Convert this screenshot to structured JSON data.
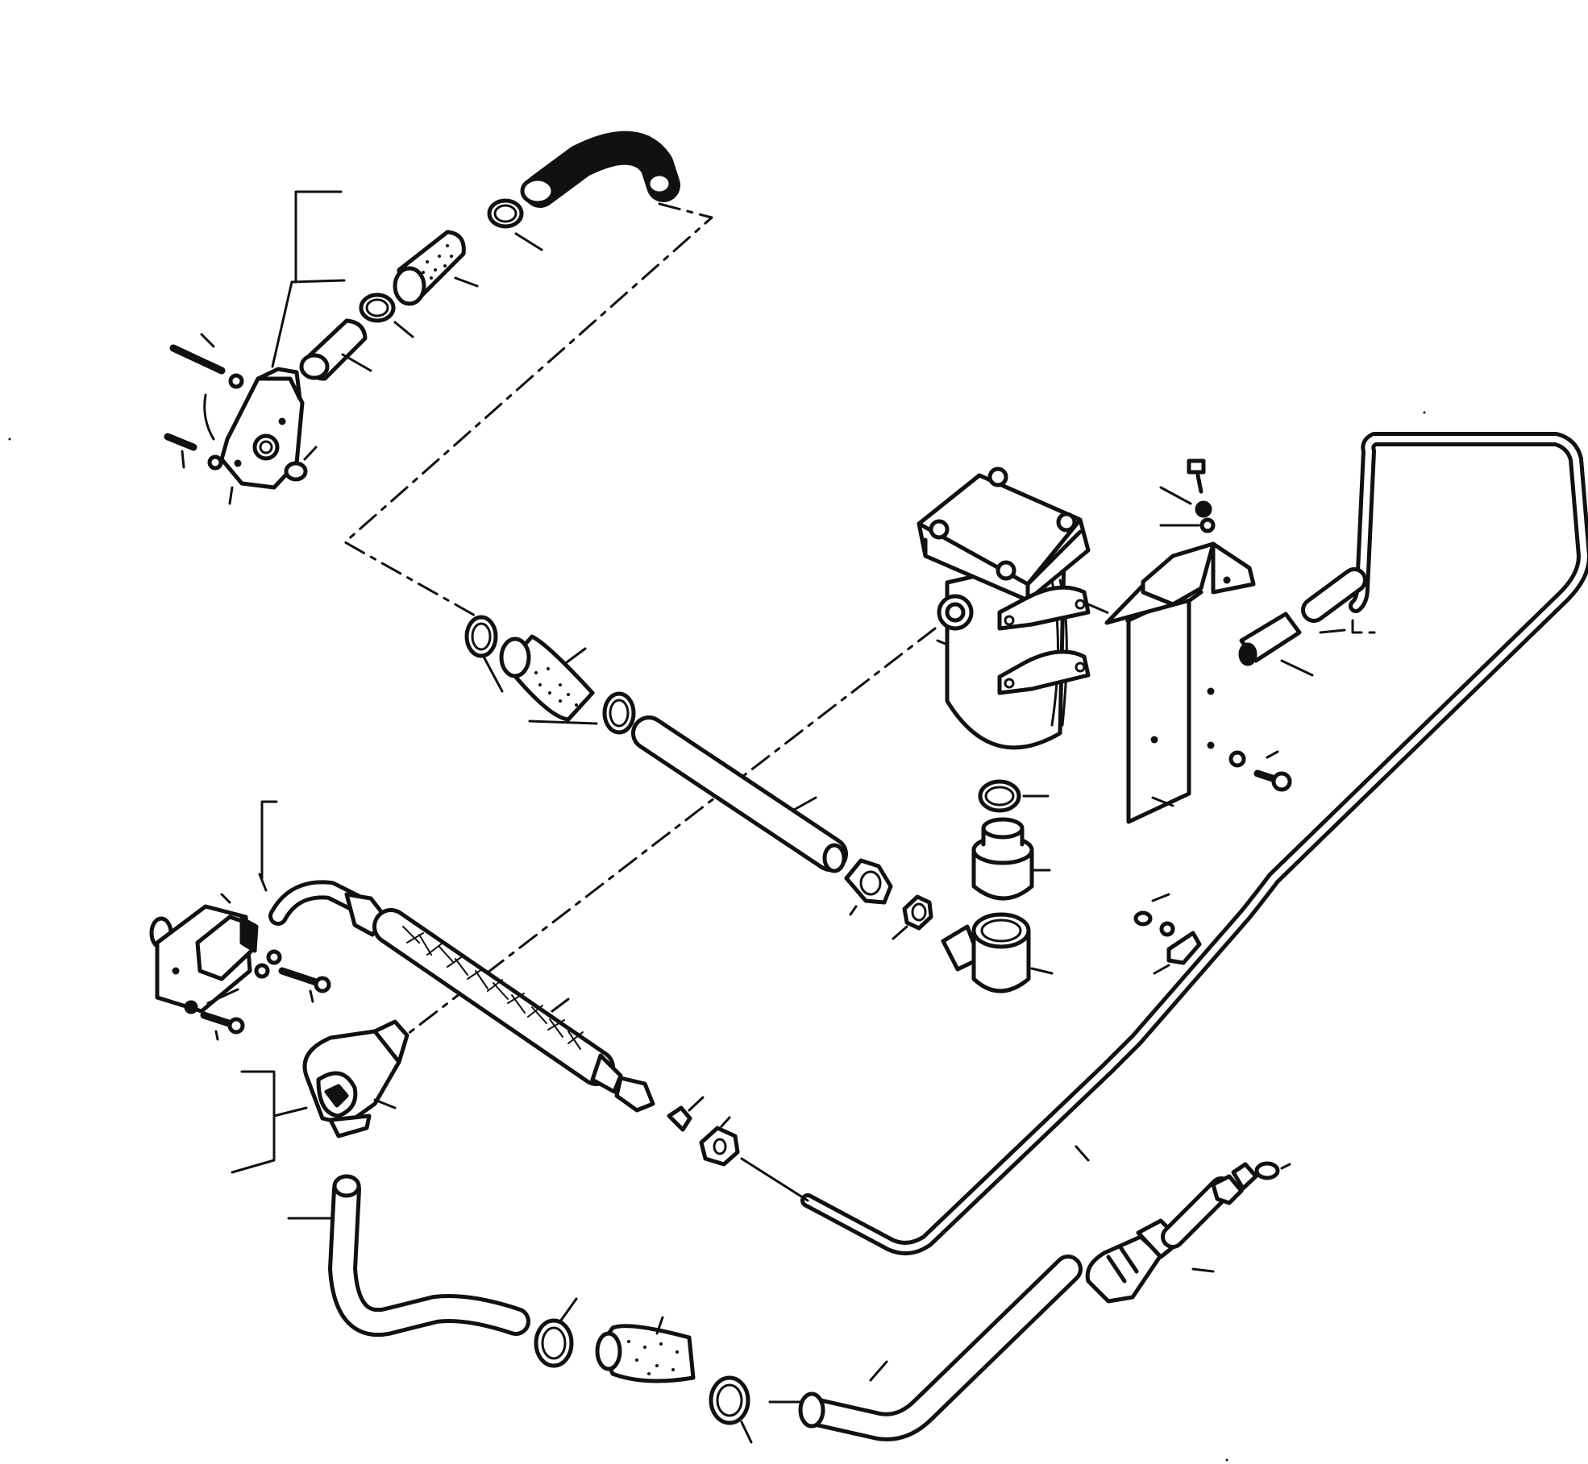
{
  "diagram": {
    "colors": {
      "ink": "#111111",
      "paper": "#ffffff"
    },
    "components": [
      "upper-elbow-hose",
      "upper-hose-clamp",
      "upper-filter-sleeve",
      "upper-inner-clamp",
      "upper-adapter-pipe",
      "upper-flange-fitting",
      "upper-flange-bolts",
      "upper-o-ring",
      "mid-hose-clamps",
      "mid-filter-sleeve",
      "mid-tube",
      "fuel-filter-housing",
      "filter-mount-bracket",
      "bracket-bolts",
      "filter-o-ring",
      "filter-fitting",
      "filter-elbow-fitting",
      "hex-union",
      "union-washer",
      "return-pipe",
      "pipe-valve-fitting",
      "lower-flange-fitting",
      "braided-hose",
      "swivel-elbow",
      "lower-hose",
      "lower-clamps",
      "lower-filter-sleeve",
      "lower-pipe-end",
      "hose-end-fitting",
      "small-clip"
    ]
  }
}
